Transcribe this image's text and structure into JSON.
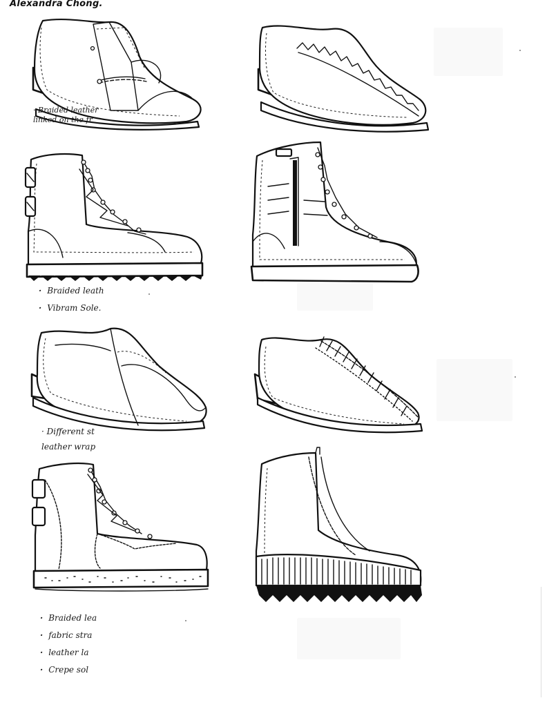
{
  "author": "Alexandra Chong.",
  "notes": {
    "shoe1": "Braided leather linked on the fr",
    "boot1": [
      "Braided leath",
      "Vibram Sole."
    ],
    "shoe3": "Different st leather wrap",
    "boot3": [
      "Braided lea",
      "fabric stra",
      "leather la",
      "Crepe sol"
    ]
  }
}
